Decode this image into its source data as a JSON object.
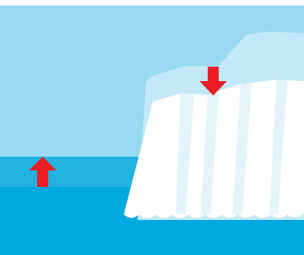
{
  "scene": {
    "description_free": true,
    "colors": {
      "frame": "#ffffff",
      "sky": "#97d9f0",
      "distant_water": "#22b2e0",
      "sea": "#00a9df",
      "ice_back": "#c3e8f7",
      "ice_front": "#ffffff",
      "ice_shade": "#e3f4fb",
      "arrow": "#ee1c25"
    },
    "arrows": [
      {
        "name": "water-level-arrow",
        "direction": "up"
      },
      {
        "name": "ice-surface-arrow",
        "direction": "down"
      }
    ]
  }
}
